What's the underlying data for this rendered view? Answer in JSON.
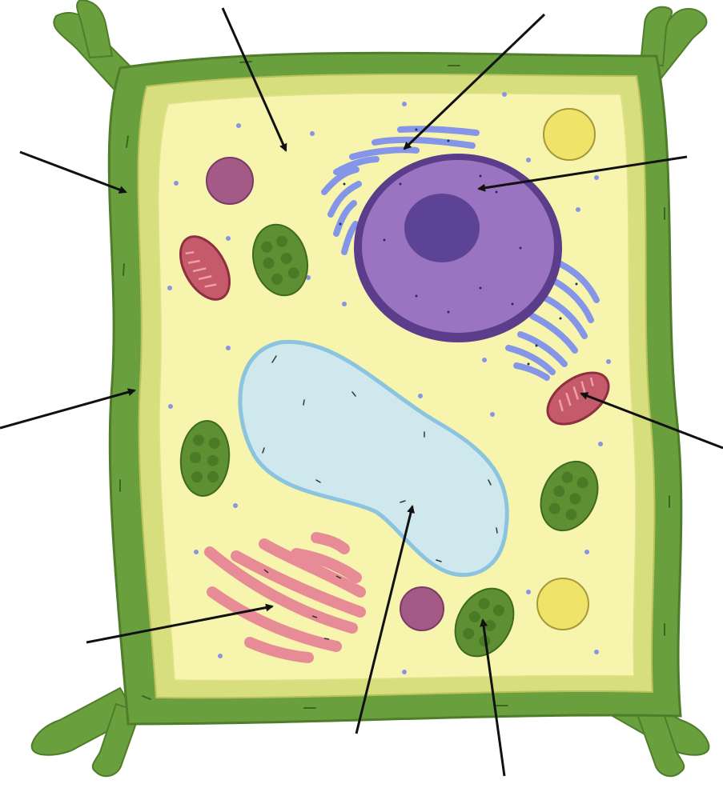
{
  "diagram": {
    "kind": "unlabeled-plant-cell",
    "labels": [],
    "colors": {
      "cell_wall": "#6a9f3e",
      "cell_wall_edge": "#4f7d2a",
      "cell_membrane": "#d6de7e",
      "cytoplasm": "#f6f4ad",
      "nucleus": "#9a74c0",
      "nucleus_edge": "#5c3d8c",
      "nucleolus": "#5d4396",
      "vacuole": "#cfe8ee",
      "vacuole_edge": "#8cc3df",
      "chloroplast": "#5e8f33",
      "mitochondrion": "#c45a6a",
      "golgi": "#e78c97",
      "er": "#8595e8",
      "ribosome": "#8595e8",
      "vesicle_purple": "#a35a87",
      "vesicle_yellow": "#efe36a",
      "arrow": "#111111"
    },
    "pointer_targets": [
      "cytoplasm",
      "rough-endoplasmic-reticulum",
      "cell-wall",
      "nucleus",
      "cell-membrane",
      "mitochondrion",
      "golgi-apparatus",
      "vacuole",
      "chloroplast"
    ]
  }
}
